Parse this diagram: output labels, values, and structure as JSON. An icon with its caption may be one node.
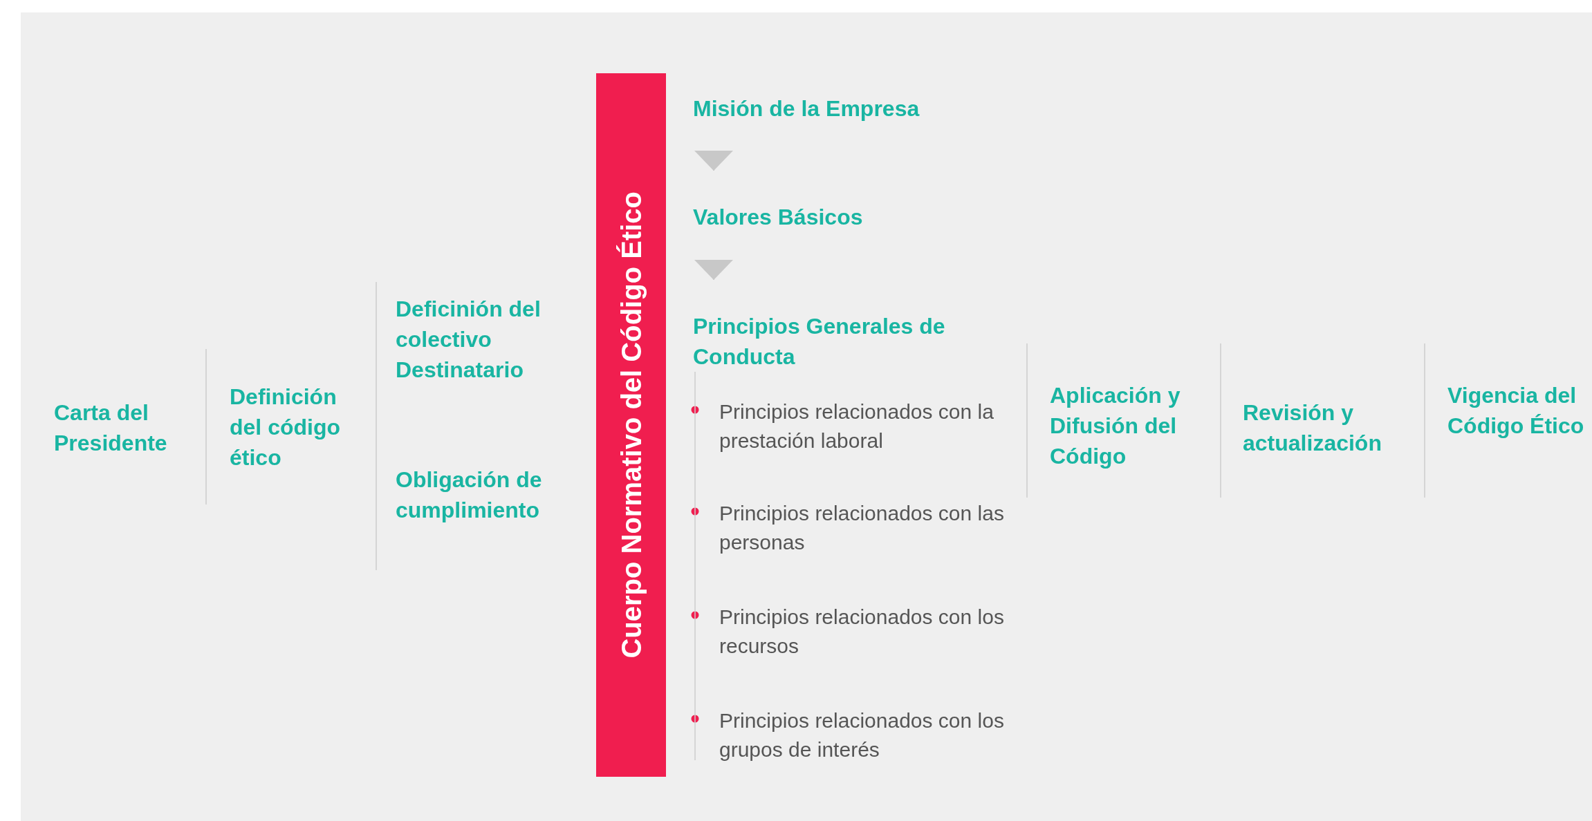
{
  "diagram": {
    "nodes": [
      {
        "text": [
          "Carta del Presidente"
        ]
      },
      {
        "text": [
          "Definición del código ético"
        ]
      },
      {
        "text": [
          "Deficinión del colectivo Destinatario"
        ]
      },
      {
        "text": [
          "Obligación de cumplimiento"
        ]
      },
      {
        "text": [
          "Cuerpo Normativo del Código Ético"
        ]
      },
      {
        "text": [
          "Misión de la Empresa"
        ]
      },
      {
        "text": [
          "Valores Básicos"
        ]
      },
      {
        "text": [
          "Principios Generales de Conducta"
        ]
      },
      {
        "text": [
          "Principios relacionados con la prestación laboral"
        ]
      },
      {
        "text": [
          "Principios relacionados con las personas"
        ]
      },
      {
        "text": [
          "Principios relacionados con los recursos"
        ]
      },
      {
        "text": [
          "Principios relacionados con los grupos de interés"
        ]
      },
      {
        "text": [
          "Aplicación y Difusión del Código"
        ]
      },
      {
        "text": [
          "Revisión y actualización"
        ]
      },
      {
        "text": [
          "Vigencia del Código Ético"
        ]
      }
    ],
    "edges": [
      {
        "from": 5,
        "to": 6,
        "arrow": "to"
      },
      {
        "from": 6,
        "to": 7,
        "arrow": "to"
      },
      {
        "from": 7,
        "to": 8,
        "arrow": "none"
      },
      {
        "from": 8,
        "to": 9,
        "arrow": "none"
      },
      {
        "from": 9,
        "to": 10,
        "arrow": "none"
      },
      {
        "from": 10,
        "to": 11,
        "arrow": "none"
      }
    ]
  }
}
